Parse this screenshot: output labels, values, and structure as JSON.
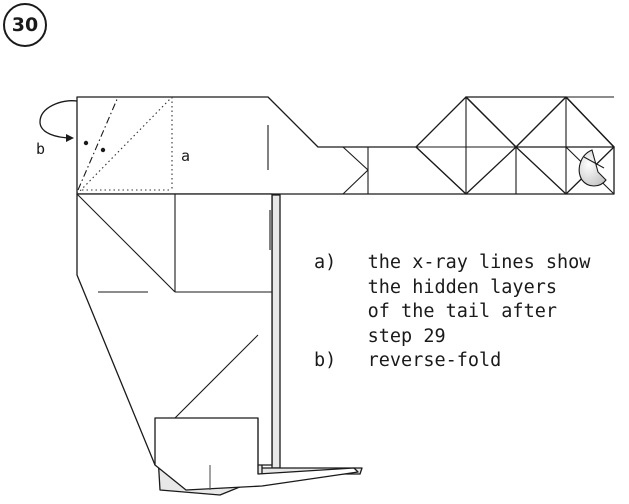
{
  "step": {
    "number": "30"
  },
  "diagram": {
    "labels": {
      "a": "a",
      "b": "b"
    }
  },
  "caption": {
    "items": [
      {
        "marker": "a)",
        "lines": [
          "the x-ray lines show",
          "the hidden layers",
          "of the tail after",
          "step 29"
        ]
      },
      {
        "marker": "b)",
        "lines": [
          "reverse-fold"
        ]
      }
    ]
  }
}
